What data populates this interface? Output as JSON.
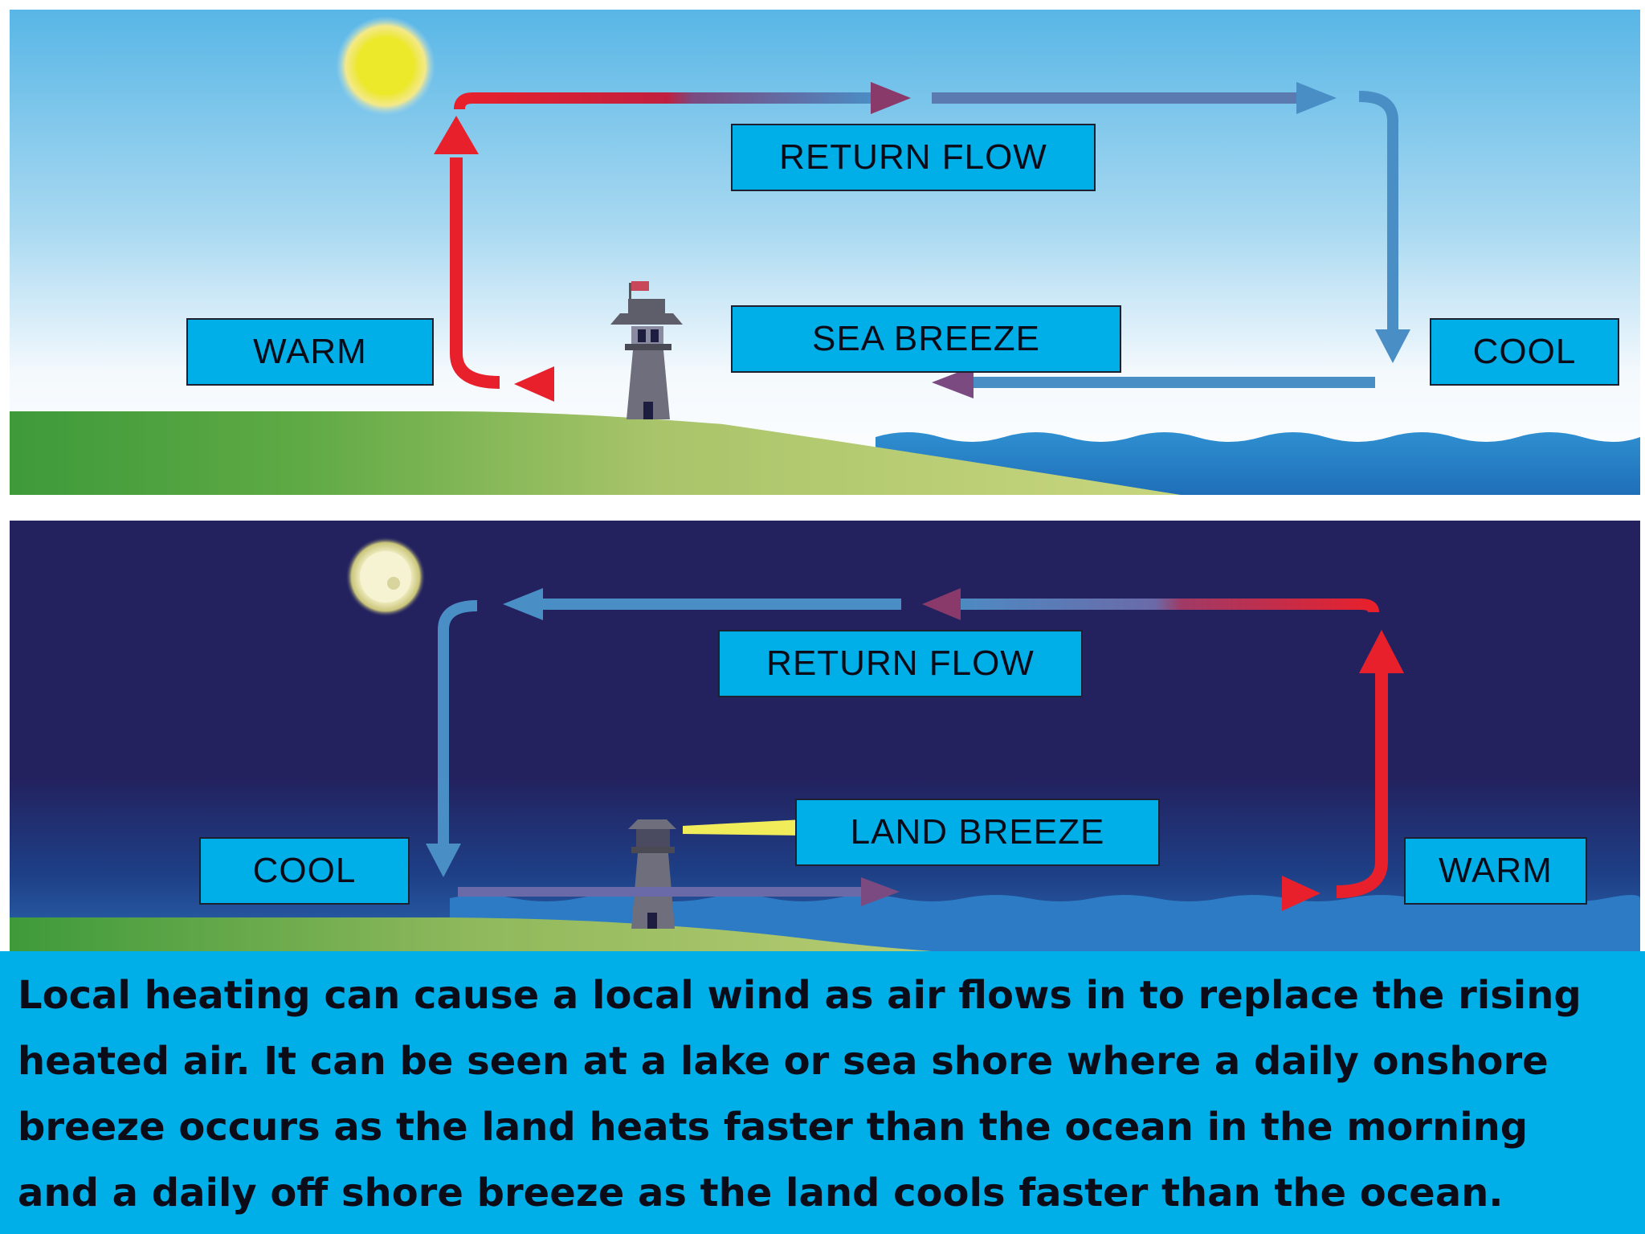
{
  "day": {
    "labels": {
      "return_flow": "RETURN FLOW",
      "sea_breeze": "SEA BREEZE",
      "warm": "WARM",
      "cool": "COOL"
    }
  },
  "night": {
    "labels": {
      "return_flow": "RETURN FLOW",
      "land_breeze": "LAND BREEZE",
      "cool": "COOL",
      "warm": "WARM"
    }
  },
  "caption": {
    "lines": [
      "Local heating can cause a local wind as air flows in to replace the rising",
      "heated air.  It can be seen at a lake or sea shore where a daily onshore",
      "breeze occurs as the land heats faster than the ocean in the morning",
      "and a daily off shore breeze as the land cools faster than the ocean."
    ]
  },
  "colors": {
    "warm_arrow": "#e8202c",
    "cool_arrow": "#4a8ec6",
    "label_fill": "#00aee8",
    "night_sky": "#23225f"
  },
  "icons": [
    "sun-icon",
    "moon-icon",
    "lighthouse-icon",
    "flag-icon"
  ]
}
